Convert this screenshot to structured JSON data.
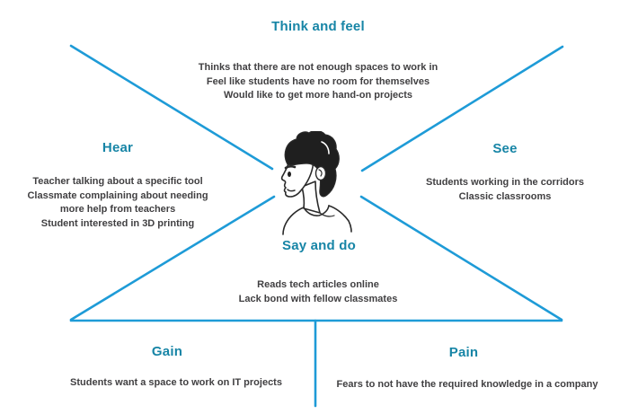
{
  "palette": {
    "line_blue": "#1E9BD7",
    "heading_teal": "#1785A6",
    "body_text": "#414042",
    "ink": "#2A2A2A",
    "background": "#FFFFFF"
  },
  "sections": {
    "think_and_feel": {
      "title": "Think and feel",
      "lines": [
        "Thinks that there are not enough spaces to work in",
        "Feel like students have no room for themselves",
        "Would like to get more hand-on projects"
      ]
    },
    "hear": {
      "title": "Hear",
      "lines": [
        "Teacher talking about a specific tool",
        "Classmate complaining about needing more help from teachers",
        "Student interested in 3D printing"
      ]
    },
    "see": {
      "title": "See",
      "lines": [
        "Students working in the corridors",
        "Classic classrooms"
      ]
    },
    "say_and_do": {
      "title": "Say and do",
      "lines": [
        "Reads tech articles online",
        "Lack bond with fellow classmates"
      ]
    },
    "gain": {
      "title": "Gain",
      "lines": [
        "Students want a space to work on IT projects"
      ]
    },
    "pain": {
      "title": "Pain",
      "lines": [
        "Fears to not have the required knowledge in a company"
      ]
    }
  },
  "illustration": {
    "name": "person-profile-illustration"
  }
}
